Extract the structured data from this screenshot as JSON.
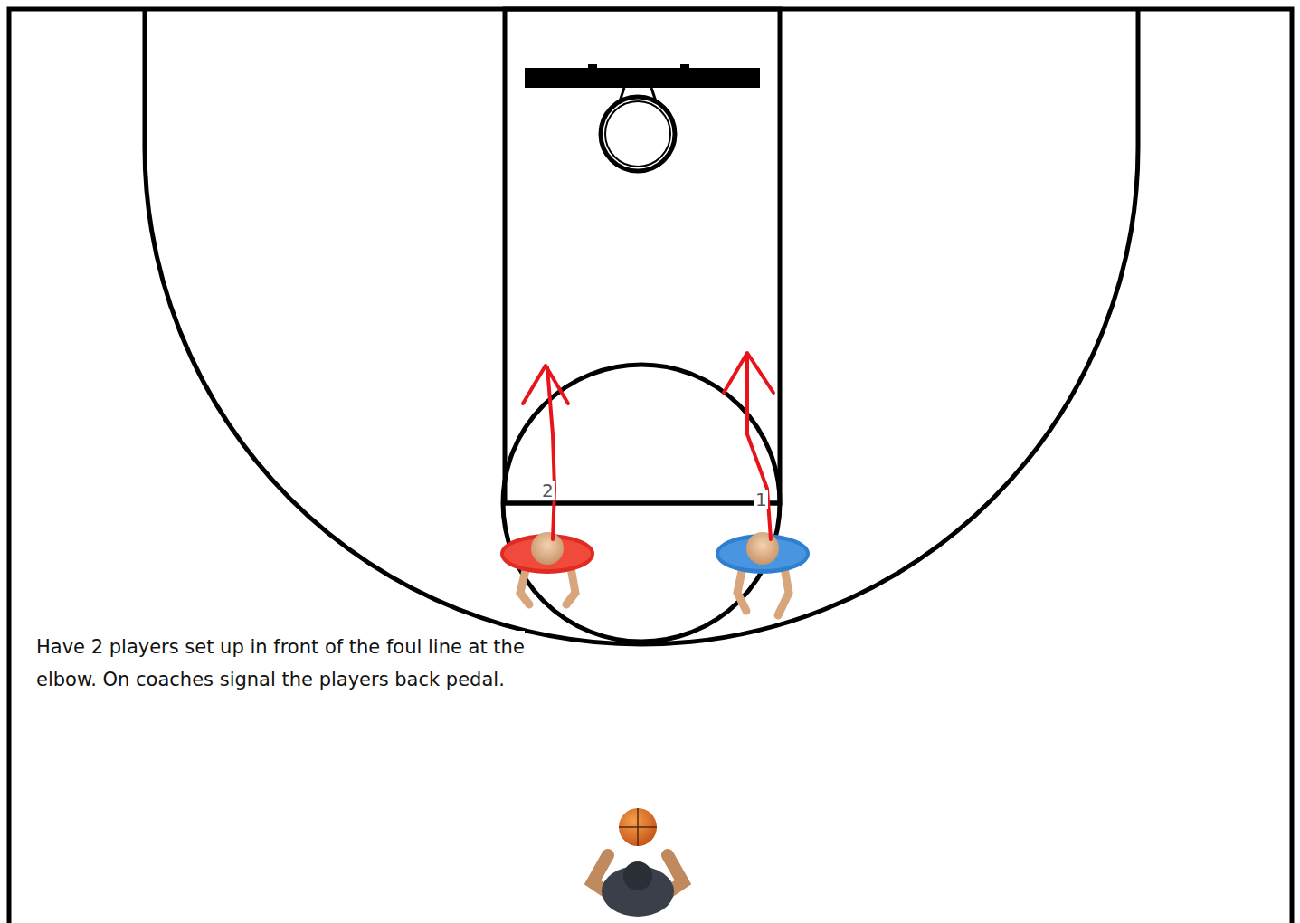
{
  "diagram": {
    "labels": [
      "2",
      "1",
      "Have 2 players set up in front of the foul line at the elbow. On coaches signal the players back pedal."
    ]
  }
}
